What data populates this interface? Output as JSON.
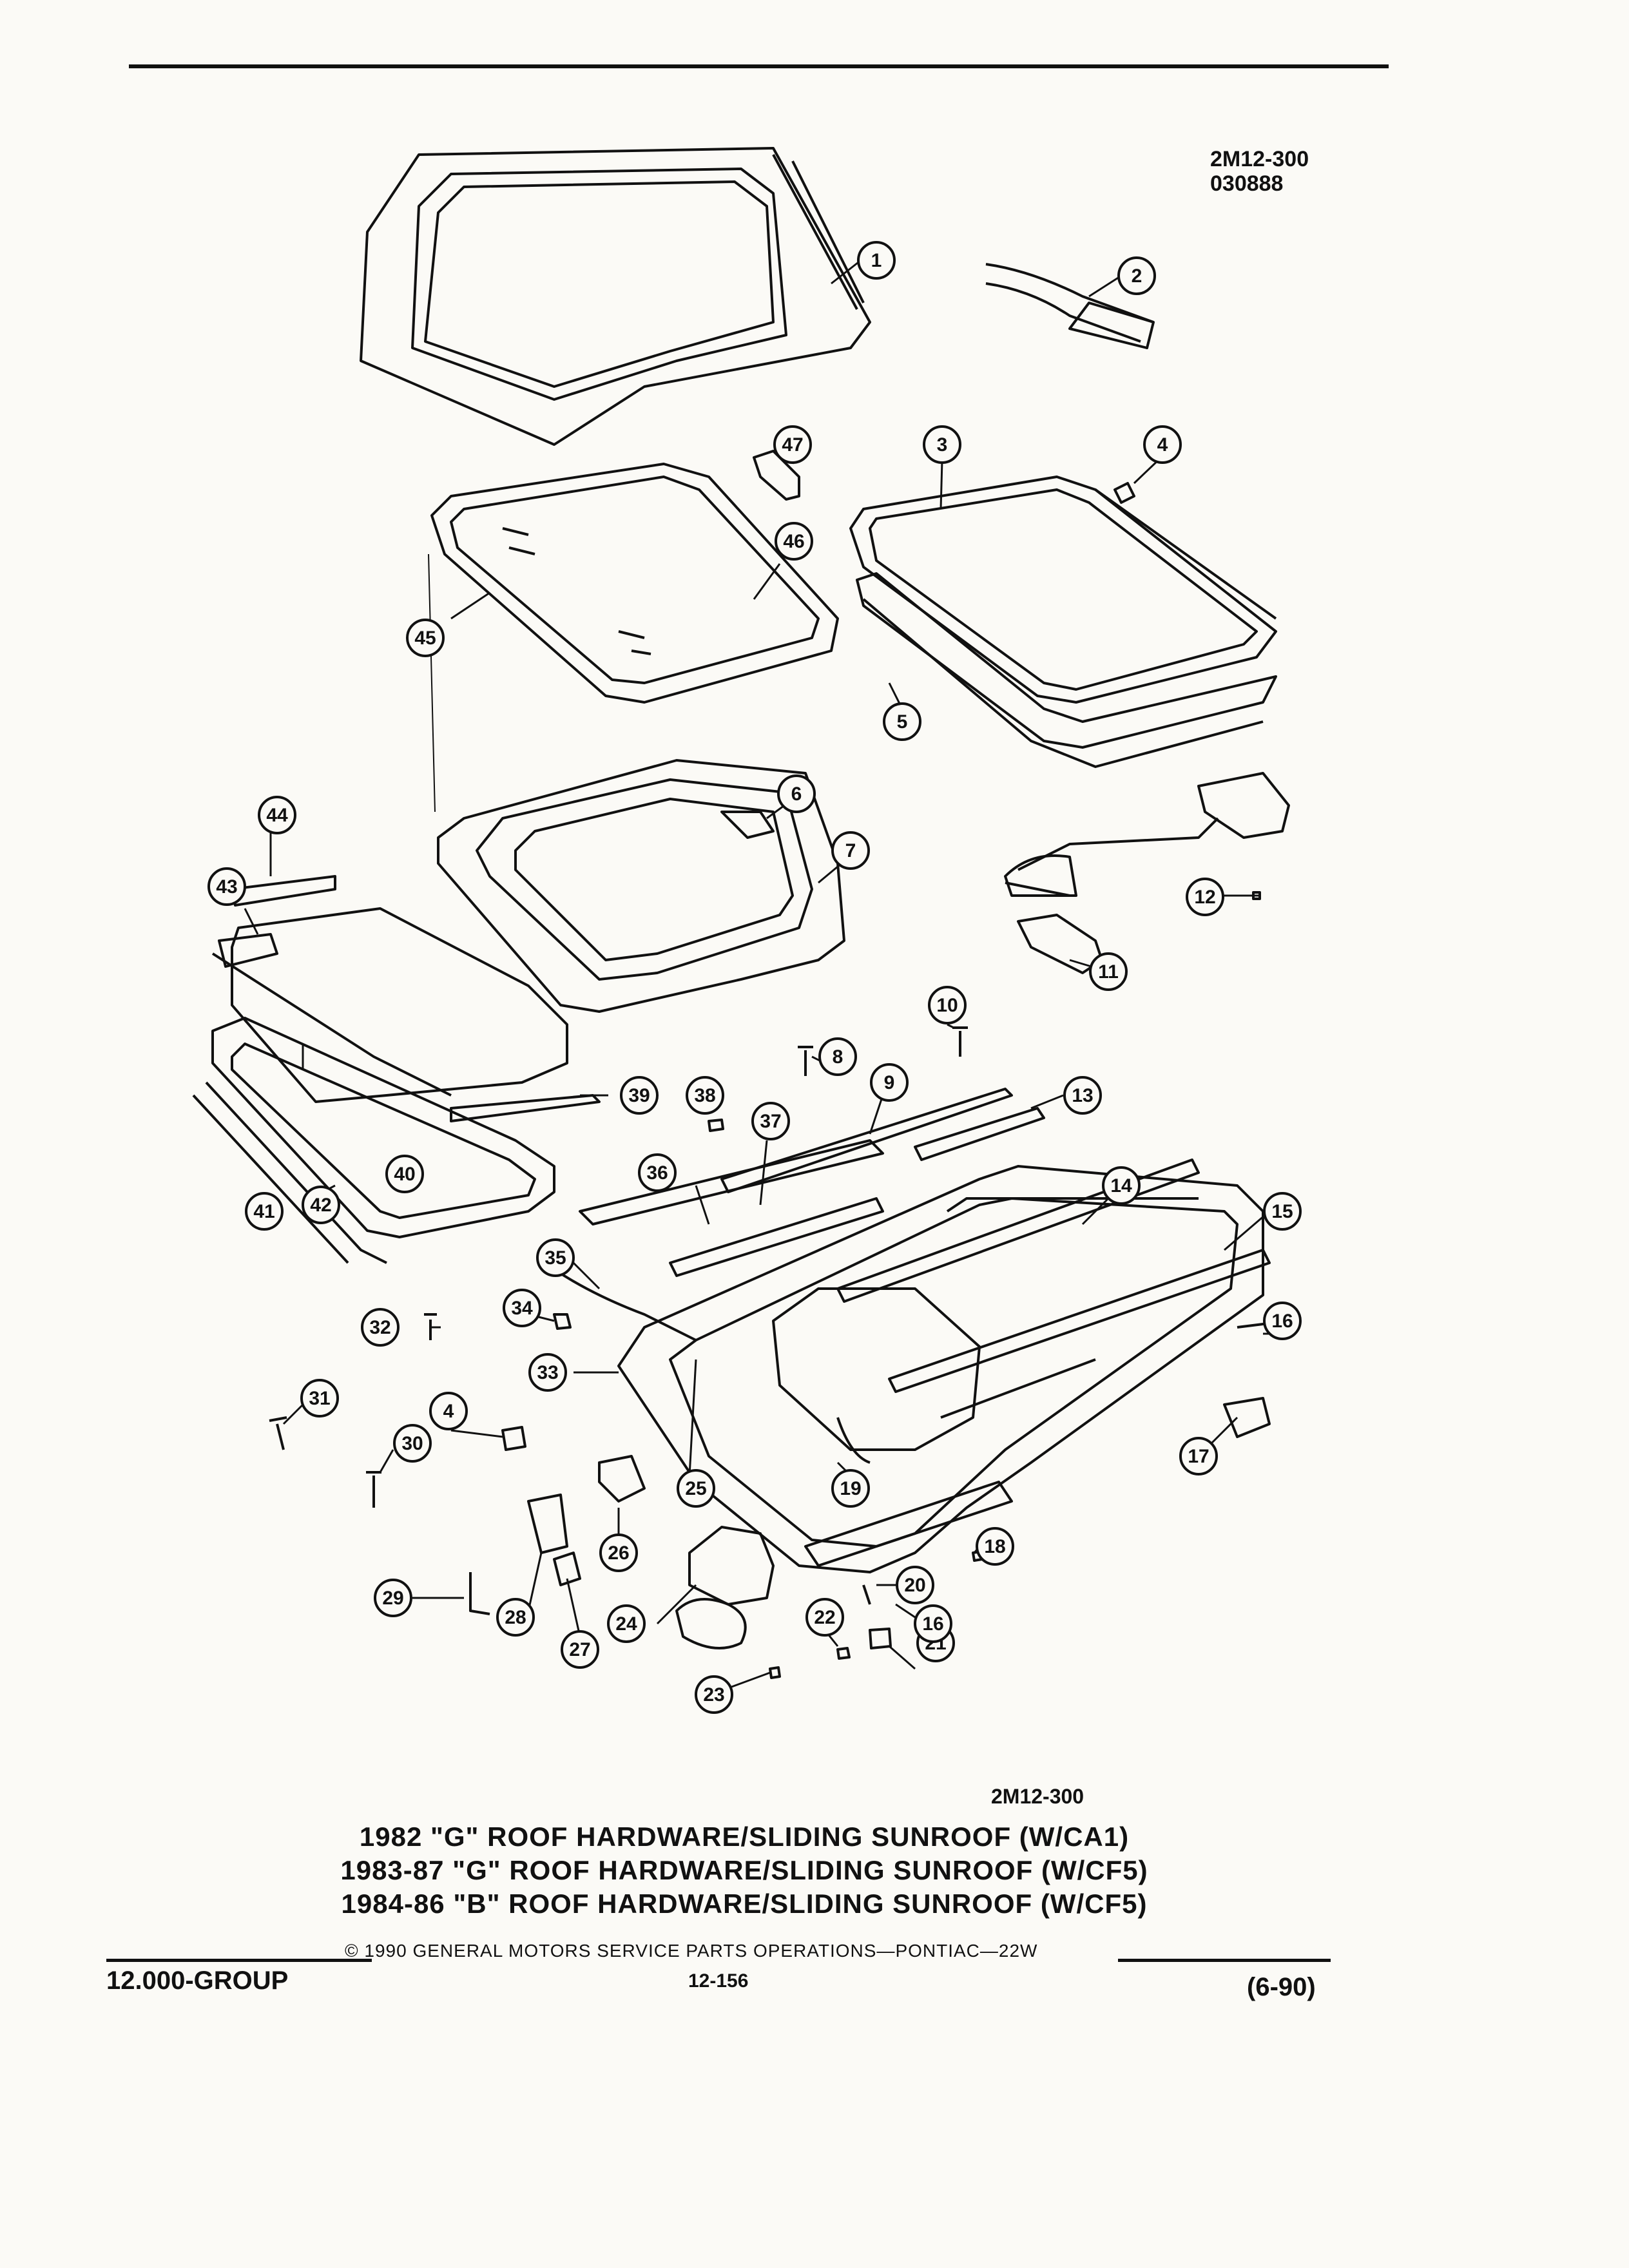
{
  "header": {
    "figure_ref": "2M12-300",
    "figure_date": "030888"
  },
  "parts": [
    {
      "num": "1"
    },
    {
      "num": "2"
    },
    {
      "num": "3"
    },
    {
      "num": "4"
    },
    {
      "num": "5"
    },
    {
      "num": "6"
    },
    {
      "num": "7"
    },
    {
      "num": "8"
    },
    {
      "num": "9"
    },
    {
      "num": "10"
    },
    {
      "num": "11"
    },
    {
      "num": "12"
    },
    {
      "num": "13"
    },
    {
      "num": "14"
    },
    {
      "num": "15"
    },
    {
      "num": "16"
    },
    {
      "num": "17"
    },
    {
      "num": "18"
    },
    {
      "num": "19"
    },
    {
      "num": "20"
    },
    {
      "num": "21"
    },
    {
      "num": "22"
    },
    {
      "num": "23"
    },
    {
      "num": "24"
    },
    {
      "num": "25"
    },
    {
      "num": "26"
    },
    {
      "num": "27"
    },
    {
      "num": "28"
    },
    {
      "num": "29"
    },
    {
      "num": "30"
    },
    {
      "num": "31"
    },
    {
      "num": "32"
    },
    {
      "num": "33"
    },
    {
      "num": "34"
    },
    {
      "num": "35"
    },
    {
      "num": "36"
    },
    {
      "num": "37"
    },
    {
      "num": "38"
    },
    {
      "num": "39"
    },
    {
      "num": "40"
    },
    {
      "num": "41"
    },
    {
      "num": "42"
    },
    {
      "num": "43"
    },
    {
      "num": "44"
    },
    {
      "num": "45"
    },
    {
      "num": "46"
    },
    {
      "num": "47"
    },
    {
      "num": "4"
    },
    {
      "num": "16"
    }
  ],
  "figure_code": "2M12-300",
  "title_lines": [
    "1982 \"G\" ROOF HARDWARE/SLIDING SUNROOF (W/CA1)",
    "1983-87 \"G\" ROOF HARDWARE/SLIDING SUNROOF (W/CF5)",
    "1984-86 \"B\" ROOF HARDWARE/SLIDING SUNROOF (W/CF5)"
  ],
  "footer": {
    "group": "12.000-GROUP",
    "copyright": "© 1990 GENERAL MOTORS SERVICE PARTS OPERATIONS—PONTIAC—22W",
    "page": "12-156",
    "date": "(6-90)"
  }
}
